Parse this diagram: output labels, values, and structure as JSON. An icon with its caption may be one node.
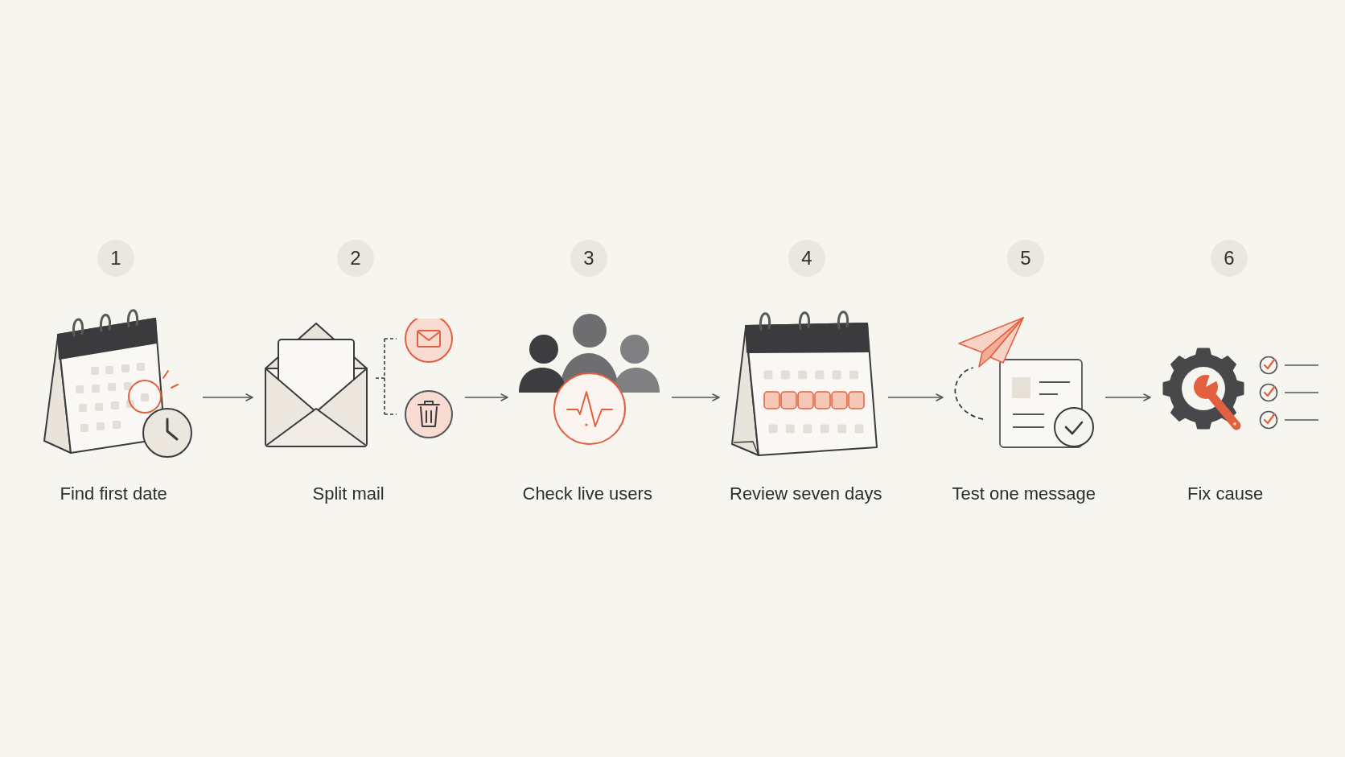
{
  "diagram": {
    "nodes": [
      {
        "text": [
          "1"
        ]
      },
      {
        "text": [],
        "shape": "picture",
        "beside": [
          "Find first date"
        ]
      },
      {
        "text": [
          "2"
        ]
      },
      {
        "text": [],
        "shape": "picture",
        "beside": [
          "Split mail"
        ]
      },
      {
        "text": [
          "3"
        ]
      },
      {
        "text": [],
        "shape": "picture",
        "beside": [
          "Check live users"
        ]
      },
      {
        "text": [
          "4"
        ]
      },
      {
        "text": [],
        "shape": "picture",
        "beside": [
          "Review seven days"
        ]
      },
      {
        "text": [
          "5"
        ]
      },
      {
        "text": [],
        "shape": "picture",
        "beside": [
          "Test one message"
        ]
      },
      {
        "text": [
          "6"
        ]
      },
      {
        "text": [],
        "shape": "picture",
        "beside": [
          "Fix cause"
        ]
      }
    ],
    "edges": [
      {
        "from": 1,
        "to": 3,
        "arrow": "to"
      },
      {
        "from": 3,
        "to": 5,
        "arrow": "to"
      },
      {
        "from": 5,
        "to": 7,
        "arrow": "to"
      },
      {
        "from": 7,
        "to": 9,
        "arrow": "to"
      },
      {
        "from": 9,
        "to": 11,
        "arrow": "to"
      }
    ]
  }
}
